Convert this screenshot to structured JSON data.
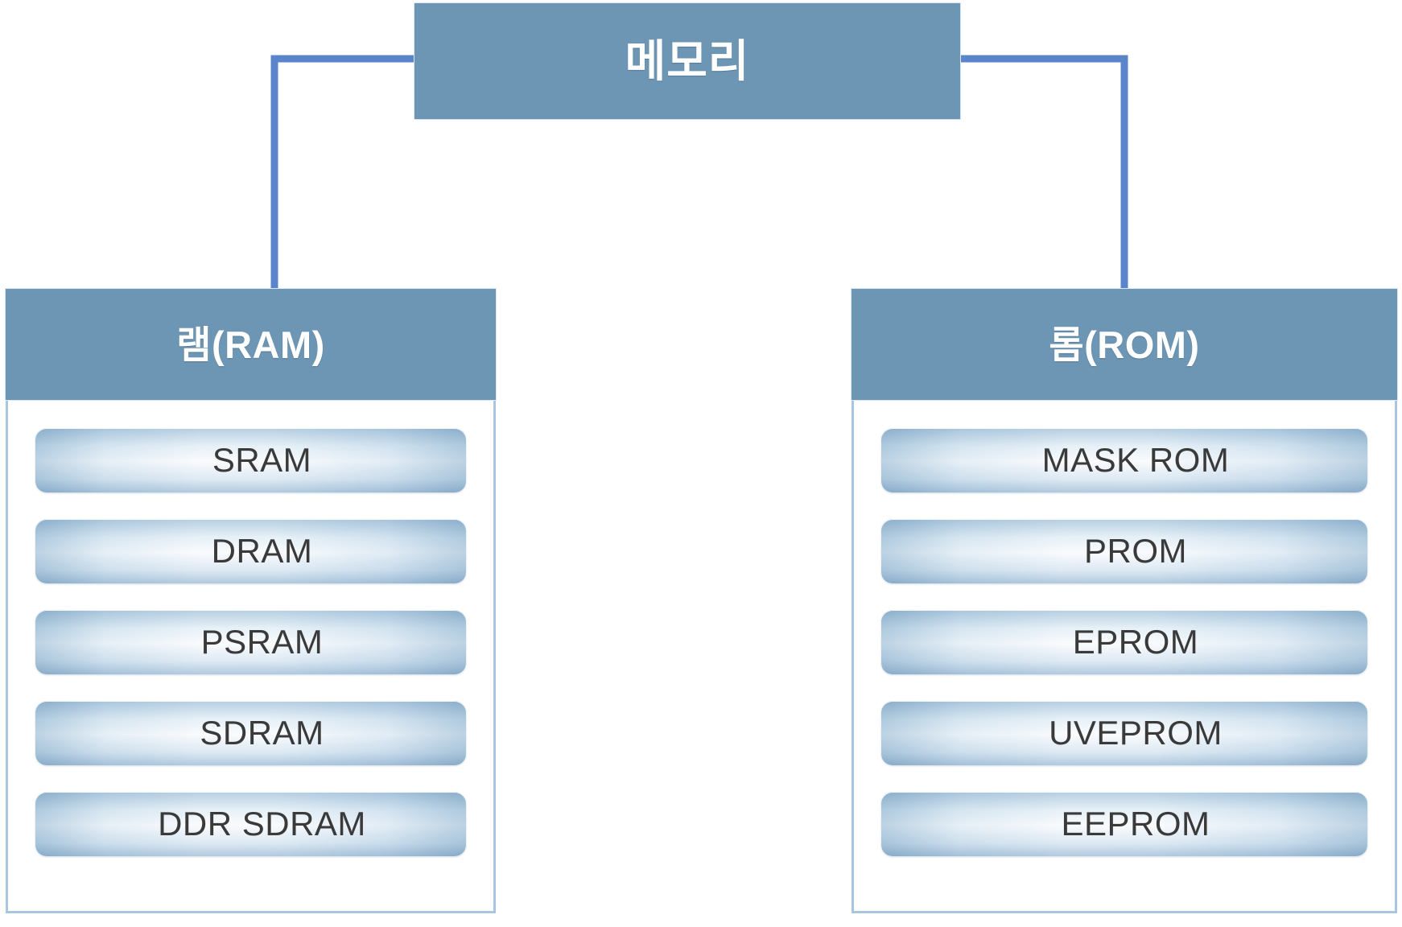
{
  "diagram": {
    "type": "hierarchy-tree",
    "colors": {
      "node_fill": "#6d96b4",
      "node_text": "#ffffff",
      "connector": "#5b85ca",
      "container_border": "#a8c6e0",
      "leaf_text": "#3a3a3a",
      "background": "#ffffff"
    },
    "root": {
      "label": "메모리"
    },
    "branches": [
      {
        "id": "ram",
        "label": "램(RAM)",
        "items": [
          {
            "label": "SRAM"
          },
          {
            "label": "DRAM"
          },
          {
            "label": "PSRAM"
          },
          {
            "label": "SDRAM"
          },
          {
            "label": "DDR SDRAM"
          }
        ]
      },
      {
        "id": "rom",
        "label": "롬(ROM)",
        "items": [
          {
            "label": "MASK ROM"
          },
          {
            "label": "PROM"
          },
          {
            "label": "EPROM"
          },
          {
            "label": "UVEPROM"
          },
          {
            "label": "EEPROM"
          }
        ]
      }
    ]
  }
}
